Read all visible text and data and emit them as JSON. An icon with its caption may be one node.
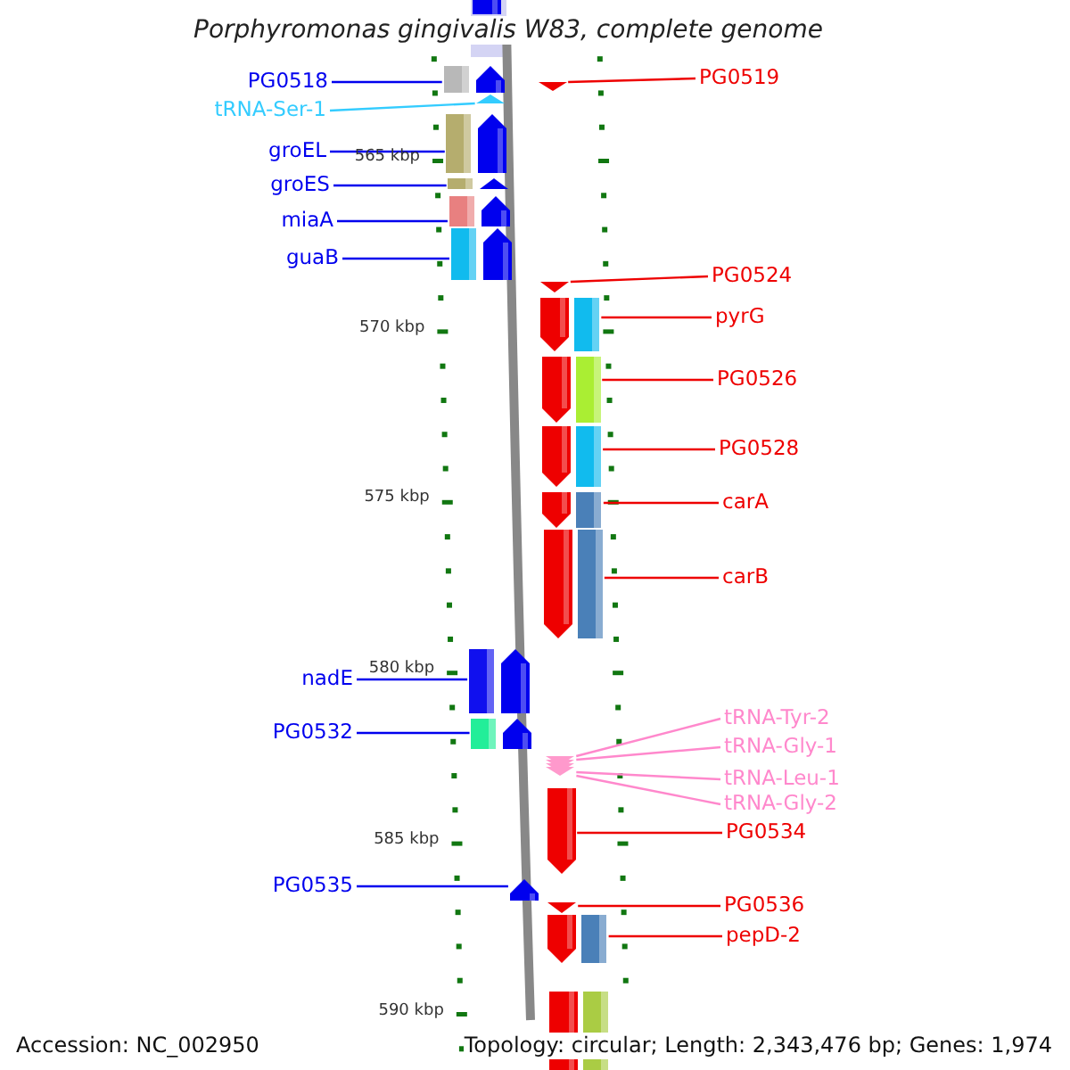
{
  "diagram": {
    "title": "Porphyromonas gingivalis W83, complete genome",
    "nodes": [
      {
        "text": [
          "PG0518"
        ]
      },
      {
        "text": [
          "tRNA-Ser-1"
        ]
      },
      {
        "text": [
          "groEL"
        ]
      },
      {
        "text": [
          "groES"
        ]
      },
      {
        "text": [
          "miaA"
        ]
      },
      {
        "text": [
          "guaB"
        ]
      },
      {
        "text": [
          "nadE"
        ]
      },
      {
        "text": [
          "PG0532"
        ]
      },
      {
        "text": [
          "PG0535"
        ]
      },
      {
        "text": [
          "PG0519"
        ]
      },
      {
        "text": [
          "PG0524"
        ]
      },
      {
        "text": [
          "pyrG"
        ]
      },
      {
        "text": [
          "PG0526"
        ]
      },
      {
        "text": [
          "PG0528"
        ]
      },
      {
        "text": [
          "carA"
        ]
      },
      {
        "text": [
          "carB"
        ]
      },
      {
        "text": [
          "tRNA-Tyr-2"
        ]
      },
      {
        "text": [
          "tRNA-Gly-1"
        ]
      },
      {
        "text": [
          "tRNA-Leu-1"
        ]
      },
      {
        "text": [
          "tRNA-Gly-2"
        ]
      },
      {
        "text": [
          "PG0534"
        ]
      },
      {
        "text": [
          "PG0536"
        ]
      },
      {
        "text": [
          "pepD-2"
        ]
      },
      {
        "text": [],
        "shape": "arrow"
      },
      {
        "text": [],
        "shape": "arrow"
      },
      {
        "text": [],
        "shape": "arrow"
      },
      {
        "text": [],
        "shape": "arrow"
      },
      {
        "text": [],
        "shape": "arrow"
      },
      {
        "text": [],
        "shape": "arrow"
      },
      {
        "text": [],
        "shape": "arrow"
      },
      {
        "text": [],
        "shape": "arrow"
      },
      {
        "text": [],
        "shape": "arrow"
      },
      {
        "text": [],
        "shape": "arrow"
      },
      {
        "text": [],
        "shape": "arrow"
      },
      {
        "text": [],
        "shape": "arrow"
      },
      {
        "text": [],
        "shape": "arrow"
      },
      {
        "text": [],
        "shape": "arrow"
      },
      {
        "text": [],
        "shape": "arrow"
      },
      {
        "text": [],
        "shape": "arrow"
      },
      {
        "text": [],
        "shape": "arrow"
      },
      {
        "text": [],
        "shape": "arrow"
      },
      {
        "text": [],
        "shape": "arrow"
      },
      {
        "text": [],
        "shape": "arrow"
      },
      {
        "text": [],
        "shape": "arrow"
      },
      {
        "text": [],
        "shape": "arrow"
      },
      {
        "text": [],
        "shape": "arrow"
      },
      {
        "text": [],
        "shape": "arrow"
      },
      {
        "text": [],
        "shape": "arrow"
      }
    ],
    "edges": [
      {
        "from": 0,
        "to": 24,
        "arrow": "none",
        "color": "#0000ee"
      },
      {
        "from": 1,
        "to": 25,
        "arrow": "none",
        "color": "#33ccff"
      },
      {
        "from": 2,
        "to": 26,
        "arrow": "none",
        "color": "#0000ee"
      },
      {
        "from": 3,
        "to": 27,
        "arrow": "none",
        "color": "#0000ee"
      },
      {
        "from": 4,
        "to": 28,
        "arrow": "none",
        "color": "#0000ee"
      },
      {
        "from": 5,
        "to": 29,
        "arrow": "none",
        "color": "#0000ee"
      },
      {
        "from": 6,
        "to": 30,
        "arrow": "none",
        "color": "#0000ee"
      },
      {
        "from": 7,
        "to": 31,
        "arrow": "none",
        "color": "#0000ee"
      },
      {
        "from": 8,
        "to": 32,
        "arrow": "none",
        "color": "#0000ee"
      },
      {
        "from": 9,
        "to": 33,
        "arrow": "none"
      },
      {
        "from": 10,
        "to": 34,
        "arrow": "none"
      },
      {
        "from": 11,
        "to": 35,
        "arrow": "none"
      },
      {
        "from": 12,
        "to": 36,
        "arrow": "none"
      },
      {
        "from": 13,
        "to": 37,
        "arrow": "none"
      },
      {
        "from": 14,
        "to": 38,
        "arrow": "none"
      },
      {
        "from": 15,
        "to": 39,
        "arrow": "none"
      },
      {
        "from": 16,
        "to": 40,
        "arrow": "none",
        "color": "#ff88cc"
      },
      {
        "from": 17,
        "to": 41,
        "arrow": "none",
        "color": "#ff88cc"
      },
      {
        "from": 18,
        "to": 42,
        "arrow": "none",
        "color": "#ff88cc"
      },
      {
        "from": 19,
        "to": 43,
        "arrow": "none",
        "color": "#ff88cc"
      },
      {
        "from": 20,
        "to": 44,
        "arrow": "none"
      },
      {
        "from": 21,
        "to": 45,
        "arrow": "none"
      },
      {
        "from": 22,
        "to": 46,
        "arrow": "none"
      }
    ],
    "labels": [
      "565 kbp",
      "570 kbp",
      "575 kbp",
      "580 kbp",
      "585 kbp",
      "590 kbp",
      "Accession: NC_002950",
      "Topology: circular; Length: 2,343,476 bp; Genes: 1,974"
    ]
  }
}
